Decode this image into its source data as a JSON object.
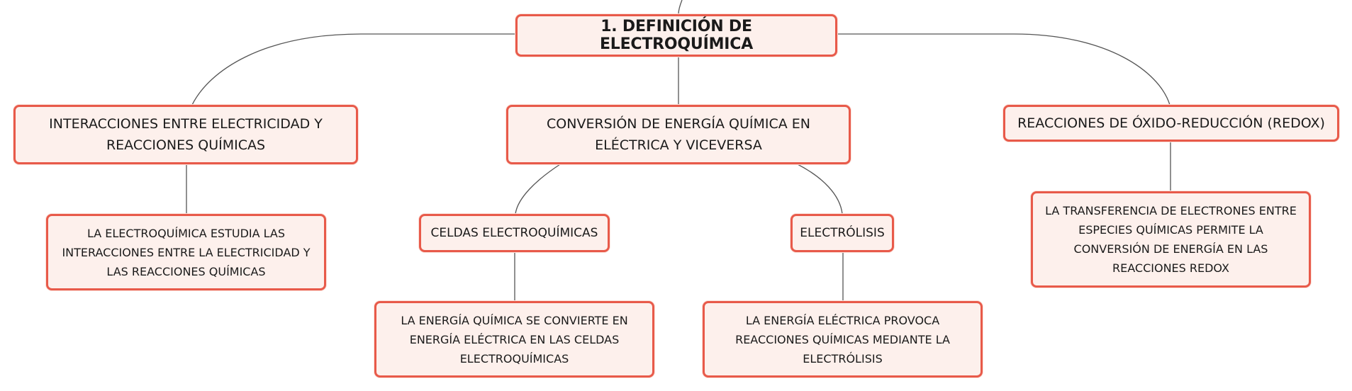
{
  "root": {
    "label": "1. DEFINICIÓN DE ELECTROQUÍMICA"
  },
  "branches": [
    {
      "label": "INTERACCIONES ENTRE ELECTRICIDAD Y REACCIONES QUÍMICAS",
      "detail": "LA ELECTROQUÍMICA ESTUDIA LAS INTERACCIONES ENTRE LA ELECTRICIDAD Y LAS REACCIONES QUÍMICAS"
    },
    {
      "label": "CONVERSIÓN DE ENERGÍA QUÍMICA EN ELÉCTRICA Y VICEVERSA",
      "children": [
        {
          "label": "CELDAS ELECTROQUÍMICAS",
          "detail": "LA ENERGÍA QUÍMICA SE CONVIERTE EN ENERGÍA ELÉCTRICA EN LAS CELDAS ELECTROQUÍMICAS"
        },
        {
          "label": "ELECTRÓLISIS",
          "detail": "LA ENERGÍA ELÉCTRICA PROVOCA REACCIONES QUÍMICAS MEDIANTE LA ELECTRÓLISIS"
        }
      ]
    },
    {
      "label": "REACCIONES DE ÓXIDO-REDUCCIÓN (REDOX)",
      "detail": "LA TRANSFERENCIA DE ELECTRONES ENTRE ESPECIES QUÍMICAS PERMITE LA CONVERSIÓN DE ENERGÍA EN LAS REACCIONES REDOX"
    }
  ],
  "colors": {
    "node_border": "#e85a4a",
    "node_fill": "#fdf0ec",
    "connector": "#555555"
  }
}
